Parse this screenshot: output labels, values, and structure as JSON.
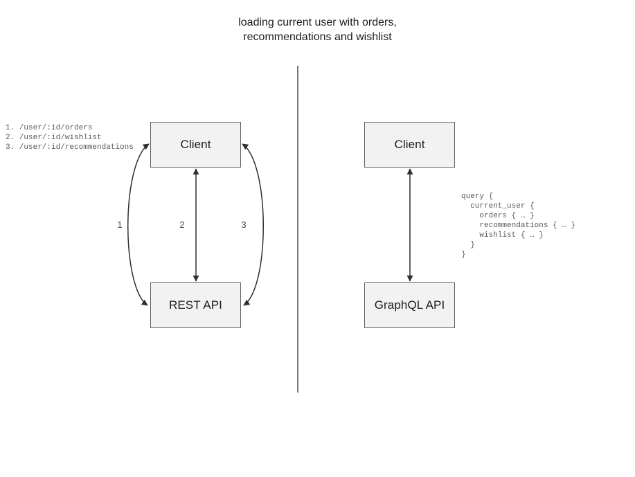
{
  "diagram": {
    "title": "loading current user with orders,\nrecommendations and wishlist",
    "divider": {
      "name": "vertical-divider",
      "color": "#555555"
    }
  },
  "rest_side": {
    "client_box": {
      "label": "Client"
    },
    "api_box": {
      "label": "REST API"
    },
    "endpoints": "1. /user/:id/orders\n2. /user/:id/wishlist\n3. /user/:id/recommendations",
    "edges": [
      {
        "number": "1",
        "name": "edge-orders",
        "style": "curve-left",
        "direction": "bidirectional"
      },
      {
        "number": "2",
        "name": "edge-wishlist",
        "style": "straight",
        "direction": "bidirectional"
      },
      {
        "number": "3",
        "name": "edge-recommendations",
        "style": "curve-right",
        "direction": "bidirectional"
      }
    ]
  },
  "graphql_side": {
    "client_box": {
      "label": "Client"
    },
    "api_box": {
      "label": "GraphQL API"
    },
    "query": "query {\n  current_user {\n    orders { … }\n    recommendations { … }\n    wishlist { … }\n  }\n}",
    "edge": {
      "name": "edge-graphql-query",
      "style": "straight",
      "direction": "bidirectional"
    }
  },
  "colors": {
    "box_fill": "#f2f2f2",
    "box_border": "#5e5e5e",
    "stroke": "#3a3a3a",
    "code_text": "#5a5a5a",
    "background": "#ffffff"
  }
}
